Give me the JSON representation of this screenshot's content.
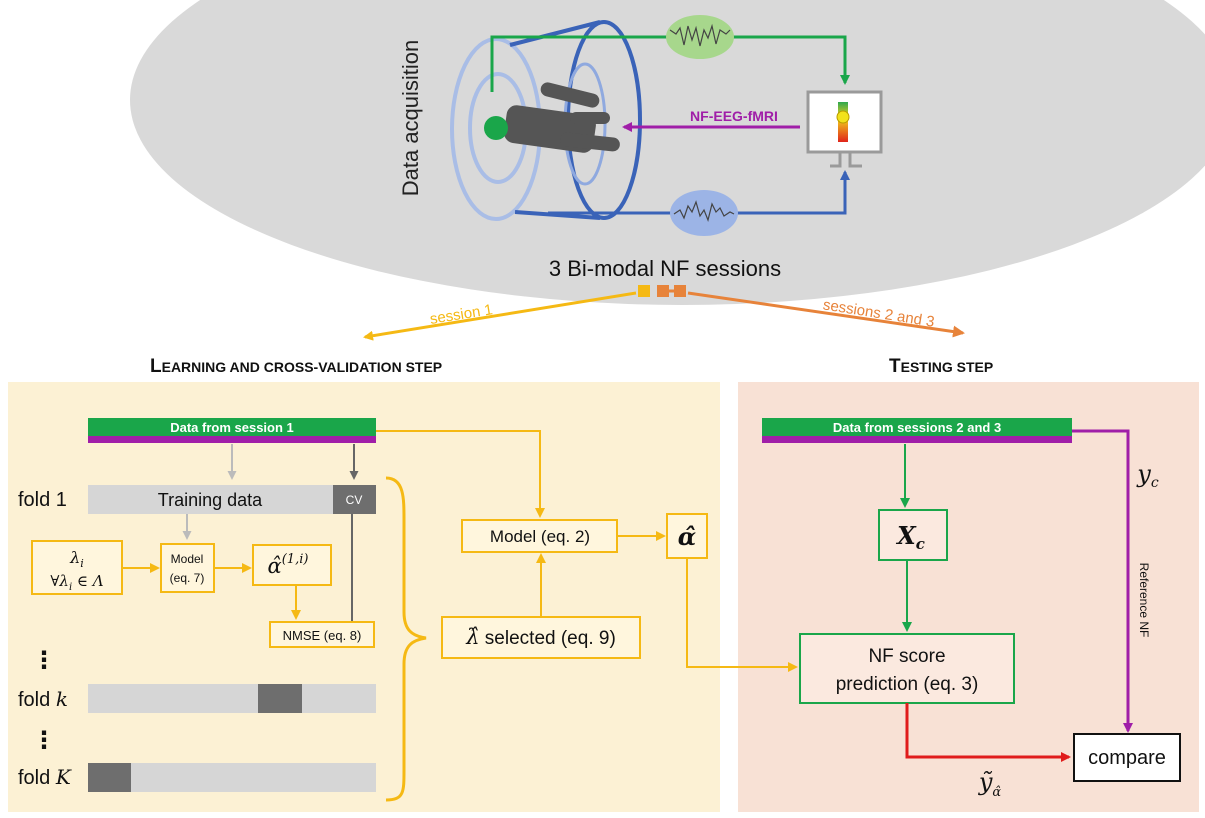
{
  "acquisition": {
    "label": "Data acquisition",
    "feedback_label": "NF-EEG-fMRI",
    "sessions_label": "3 Bi-modal NF sessions",
    "branch_left": "session 1",
    "branch_right": "sessions 2 and 3"
  },
  "learning": {
    "heading_cap": "L",
    "heading_rest": "EARNING AND CROSS-VALIDATION STEP",
    "data_label": "Data from session 1",
    "fold1_label": "fold 1",
    "training_label": "Training data",
    "cv_label": "CV",
    "lambda_line1": "λ",
    "lambda_sub": "i",
    "lambda_line2": "∀λ",
    "lambda_line2_rest": " ∈ Λ",
    "model7_line1": "Model",
    "model7_line2": "(eq. 7)",
    "alpha_hat": "α̂",
    "alpha_sup": "(1,i)",
    "nmse_label": "NMSE (eq. 8)",
    "dots": "⋮",
    "foldk_prefix": "fold ",
    "foldk_var": "k",
    "foldK_var": "K",
    "model2_label": "Model (eq. 2)",
    "alpha_final": "α̂",
    "lambda_selected_sym": "λ̂",
    "lambda_selected_rest": " selected (eq. 9)"
  },
  "testing": {
    "heading_cap": "T",
    "heading_rest": "ESTING STEP",
    "data_label": "Data from sessions 2 and 3",
    "yc": "y",
    "yc_sub": "c",
    "xc": "X",
    "xc_sub": "c",
    "reference_label": "Reference NF",
    "score_line1": "NF score",
    "score_line2": "prediction (eq. 3)",
    "ytilde": "ỹ",
    "ytilde_sub": "α̂",
    "compare_label": "compare"
  },
  "colors": {
    "yellow": "#f5b914",
    "green": "#1aa64a",
    "purple": "#a01ea8",
    "blue": "#3a63b8",
    "orange": "#e7833a",
    "red": "#e01c1c",
    "gray_oval": "#d9d9d9",
    "learn_bg": "#fcf1d4",
    "test_bg": "#f8e1d5"
  }
}
